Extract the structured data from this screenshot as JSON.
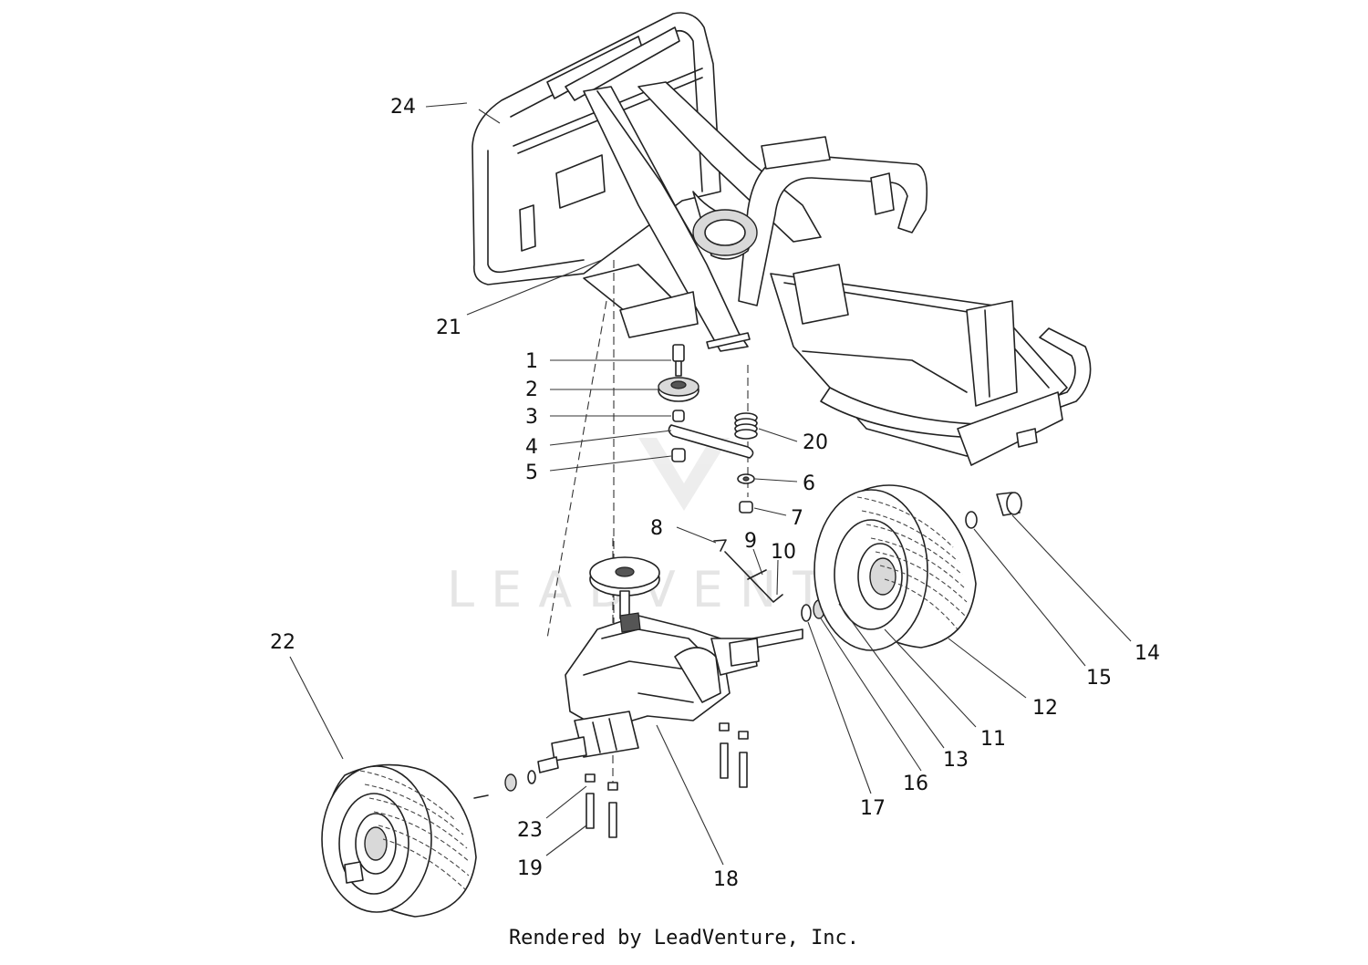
{
  "watermark": "LEADVENTURE",
  "footer": "Rendered by LeadVenture, Inc.",
  "callouts": [
    "1",
    "2",
    "3",
    "4",
    "5",
    "6",
    "7",
    "8",
    "9",
    "10",
    "11",
    "12",
    "13",
    "14",
    "15",
    "16",
    "17",
    "18",
    "19",
    "20",
    "21",
    "22",
    "23",
    "24"
  ]
}
